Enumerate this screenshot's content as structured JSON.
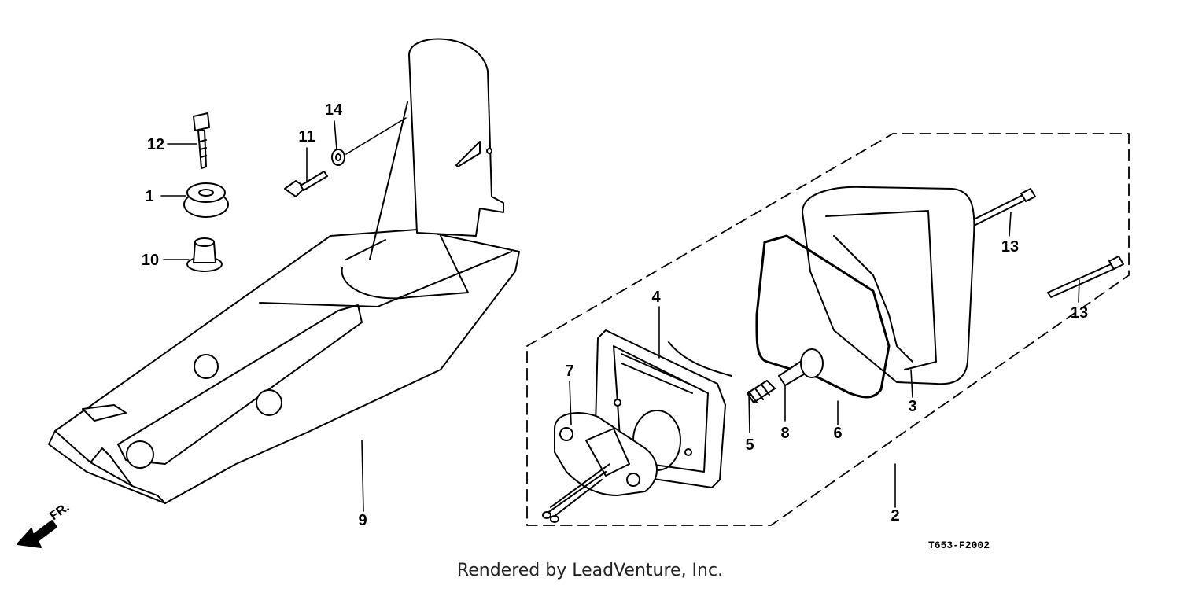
{
  "labels": {
    "p1": "1",
    "p2": "2",
    "p3": "3",
    "p4": "4",
    "p5": "5",
    "p6": "6",
    "p7": "7",
    "p8": "8",
    "p9": "9",
    "p10": "10",
    "p11": "11",
    "p12": "12",
    "p13a": "13",
    "p13b": "13",
    "p14": "14"
  },
  "direction": "FR.",
  "diagram_code": "T653-F2002",
  "credit": "Rendered by LeadVenture, Inc."
}
